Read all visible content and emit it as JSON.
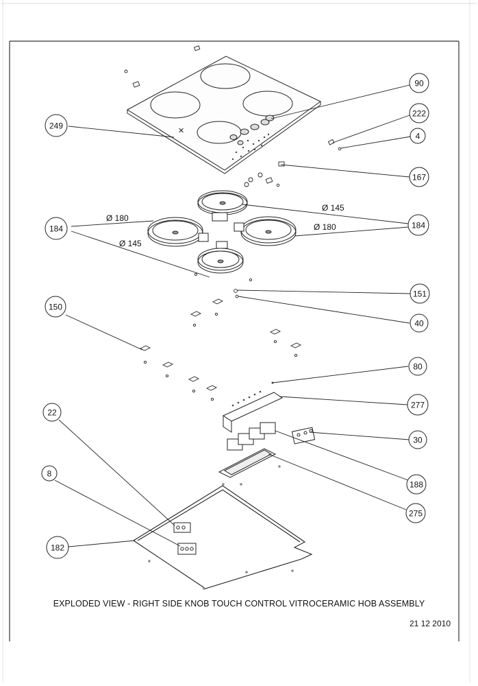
{
  "caption": "EXPLODED VIEW - RIGHT SIDE KNOB TOUCH CONTROL VITROCERAMIC HOB ASSEMBLY",
  "date": "21 12 2010",
  "callouts": {
    "c90": "90",
    "c222": "222",
    "c4": "4",
    "c249": "249",
    "c167": "167",
    "c184l": "184",
    "c184r": "184",
    "c151": "151",
    "c150": "150",
    "c40": "40",
    "c80": "80",
    "c22": "22",
    "c277": "277",
    "c30": "30",
    "c8": "8",
    "c188": "188",
    "c275": "275",
    "c182": "182"
  },
  "dimensions": {
    "d180a": "Ø 180",
    "d145a": "Ø 145",
    "d145b": "Ø 145",
    "d180b": "Ø 180"
  }
}
